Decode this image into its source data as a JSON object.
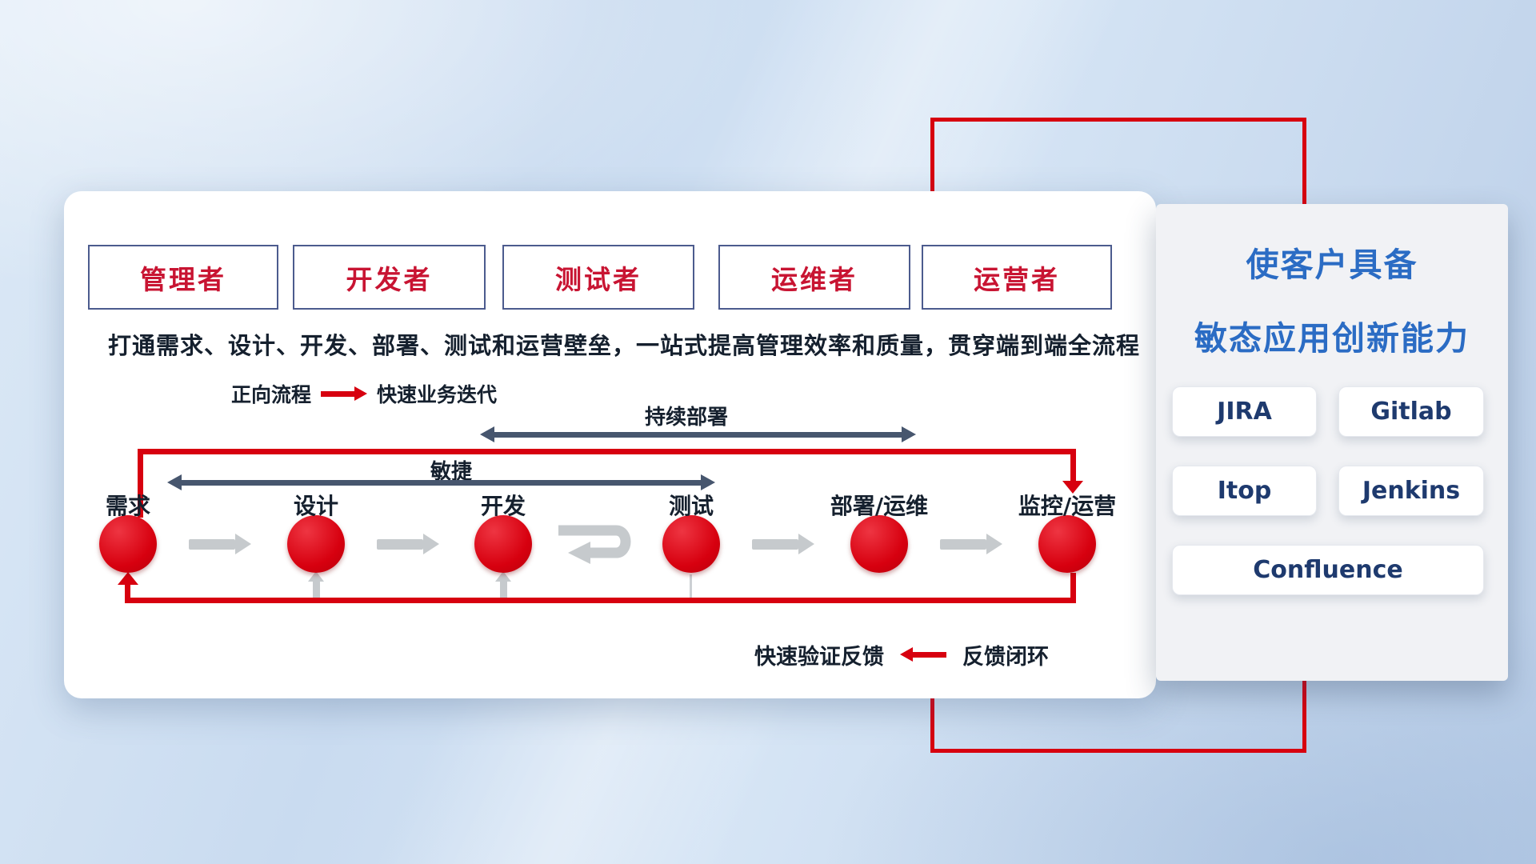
{
  "card": {
    "roles": [
      "管理者",
      "开发者",
      "测试者",
      "运维者",
      "运营者"
    ],
    "description": "打通需求、设计、开发、部署、测试和运营壁垒，一站式提高管理效率和质量，贯穿端到端全流程",
    "legend_forward": {
      "label": "正向流程",
      "value": "快速业务迭代"
    },
    "arrow_labels": {
      "continuous_deployment": "持续部署",
      "agile": "敏捷"
    },
    "stages": [
      "需求",
      "设计",
      "开发",
      "测试",
      "部署/运维",
      "监控/运营"
    ],
    "legend_feedback": {
      "label": "快速验证反馈",
      "value": "反馈闭环"
    }
  },
  "panel": {
    "title_line1": "使客户具备",
    "title_line2": "敏态应用创新能力",
    "tools": [
      "JIRA",
      "Gitlab",
      "Itop",
      "Jenkins",
      "Confluence"
    ]
  },
  "colors": {
    "accent_red": "#d7000f",
    "role_text_red": "#c81432",
    "slate_arrow": "#47566e",
    "gray_arrow": "#c6cacd",
    "title_blue": "#2b6cc4",
    "tool_text_navy": "#1e3a6e",
    "dark_text": "#15202e"
  },
  "icons": {
    "forward_arrow": "red-right-arrow",
    "feedback_arrow": "red-left-arrow",
    "iteration_arrow": "gray-loop-arrow",
    "flow_arrow": "gray-right-arrow"
  }
}
